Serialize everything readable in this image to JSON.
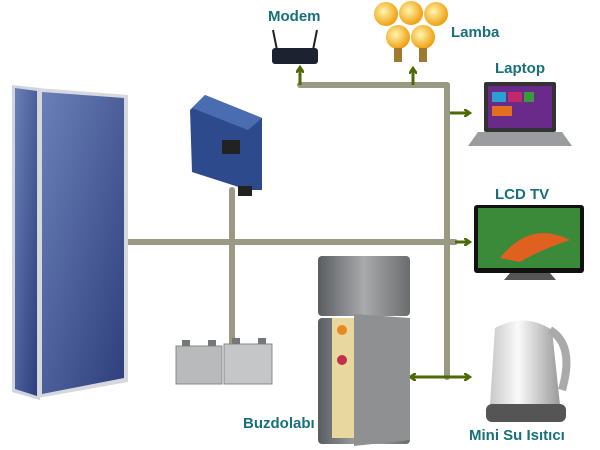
{
  "labels": {
    "modem": "Modem",
    "lamp": "Lamba",
    "laptop": "Laptop",
    "tv": "LCD TV",
    "fridge": "Buzdolabı",
    "kettle": "Mini Su Isıtıcı"
  },
  "colors": {
    "label": "#17707c",
    "wire": "#9a9a84",
    "arrow": "#4c6a05"
  }
}
